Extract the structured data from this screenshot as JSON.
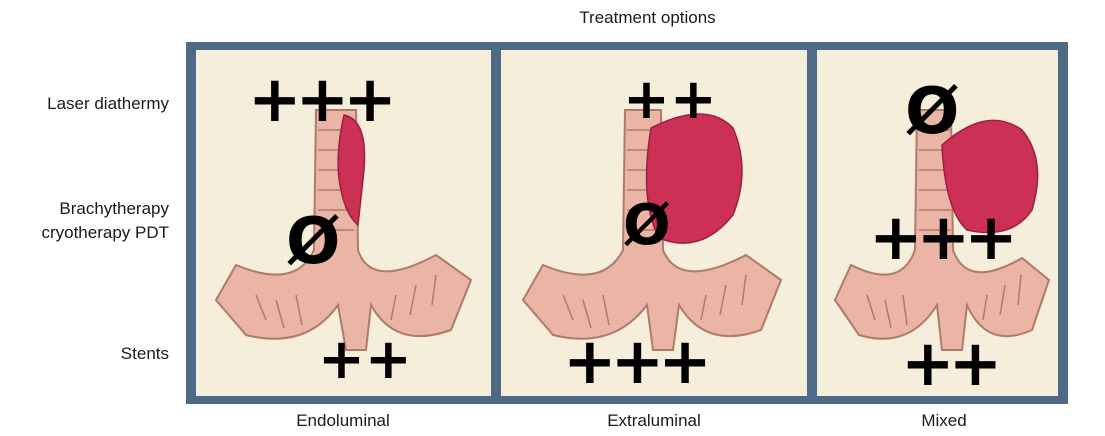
{
  "title": "Treatment options",
  "rows": [
    "Laser diathermy",
    "Brachytherapy\ncryotherapy PDT",
    "Stents"
  ],
  "columns": [
    "Endoluminal",
    "Extraluminal",
    "Mixed"
  ],
  "ratings": [
    [
      "+++",
      "++",
      "Ø"
    ],
    [
      "Ø",
      "Ø",
      "+++"
    ],
    [
      "++",
      "+++",
      "++"
    ]
  ],
  "colors": {
    "frame": "#4f6a86",
    "panel": "#f4eedb",
    "airway": "#eab5a4",
    "tumour": "#cc3055"
  }
}
